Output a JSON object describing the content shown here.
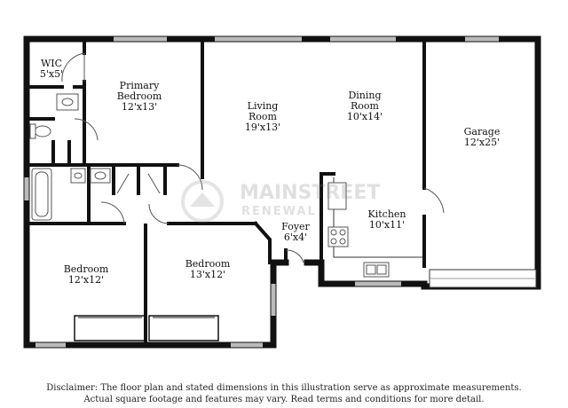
{
  "rooms": {
    "wic": {
      "name": "WIC",
      "dim": "5'x5'"
    },
    "primary_bedroom": {
      "name_line1": "Primary",
      "name_line2": "Bedroom",
      "dim": "12'x13'"
    },
    "living_room": {
      "name_line1": "Living",
      "name_line2": "Room",
      "dim": "19'x13'"
    },
    "dining_room": {
      "name_line1": "Dining",
      "name_line2": "Room",
      "dim": "10'x14'"
    },
    "garage": {
      "name": "Garage",
      "dim": "12'x25'"
    },
    "kitchen": {
      "name": "Kitchen",
      "dim": "10'x11'"
    },
    "foyer": {
      "name": "Foyer",
      "dim": "6'x4'"
    },
    "bedroom_left": {
      "name": "Bedroom",
      "dim": "12'x12'"
    },
    "bedroom_right": {
      "name": "Bedroom",
      "dim": "13'x12'"
    }
  },
  "watermark": {
    "line1": "MAINSTREET",
    "line2": "RENEWAL"
  },
  "disclaimer": {
    "line1": "Disclaimer: The floor plan and stated dimensions in this illustration serve as approximate measurements.",
    "line2": "Actual square footage and features may vary. Read terms and conditions for more detail."
  },
  "colors": {
    "wall": "#111111",
    "fixture": "#666666",
    "window": "#bbbbbb"
  }
}
